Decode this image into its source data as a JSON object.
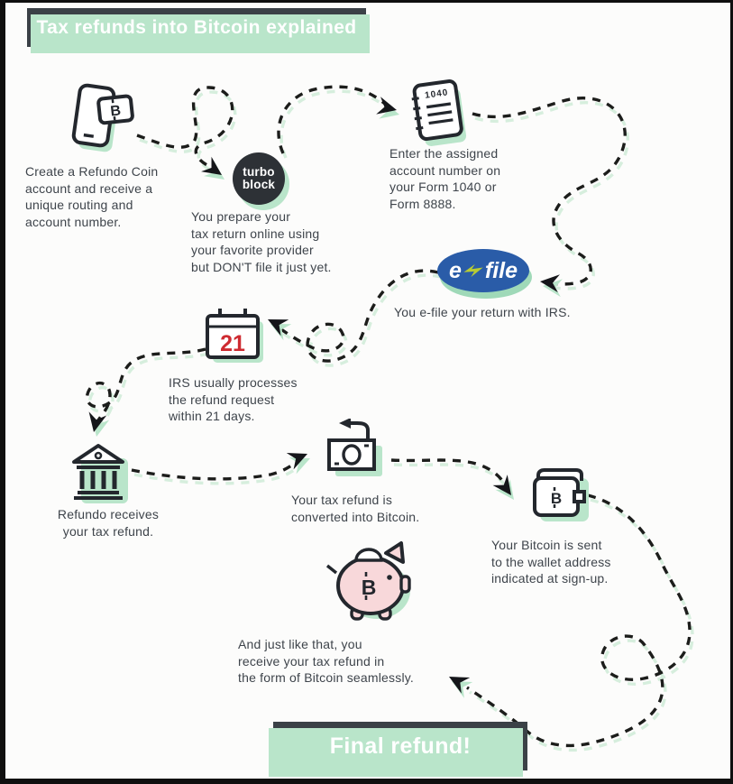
{
  "title_banner": {
    "label": "Tax refunds into Bitcoin explained"
  },
  "final_banner": {
    "label": "Final refund!"
  },
  "badges": {
    "turbo_block": {
      "line1": "turbo",
      "line2": "block"
    },
    "efile": {
      "left": "e",
      "right": "file"
    },
    "calendar_number": "21",
    "form_label": "1040",
    "bitcoin_symbol": "B"
  },
  "steps": [
    {
      "icon": "phone-bitcoin-icon",
      "text": "Create a Refundo Coin\naccount and receive a\nunique routing and\naccount number."
    },
    {
      "icon": "turbo-block-badge",
      "text": "You prepare your\ntax return online using\nyour favorite provider\nbut DON'T file it just yet."
    },
    {
      "icon": "form-1040-icon",
      "text": "Enter the assigned\naccount number on\nyour Form 1040 or\nForm 8888."
    },
    {
      "icon": "efile-badge",
      "text": "You e-file your return with IRS."
    },
    {
      "icon": "calendar-21-icon",
      "text": "IRS usually processes\nthe refund request\nwithin 21 days."
    },
    {
      "icon": "bank-icon",
      "text": "Refundo receives\nyour tax refund."
    },
    {
      "icon": "cash-refund-icon",
      "text": "Your tax refund is\nconverted into Bitcoin."
    },
    {
      "icon": "bitcoin-wallet-icon",
      "text": "Your Bitcoin is sent\nto the wallet address\nindicated at sign-up."
    },
    {
      "icon": "piggy-bank-icon",
      "text": "And just like that, you\nreceive your tax refund in\nthe form of Bitcoin seamlessly."
    }
  ],
  "colors": {
    "banner_dark": "#3b4147",
    "turbo_dark": "#2d3136",
    "mint": "#b9e5ca",
    "dash_black": "#1c1d1b",
    "dash_shadow": "#d6eedd",
    "efile_blue": "#2a5ca8",
    "bolt_green": "#b9cc33",
    "calendar_red": "#ce2b31",
    "piggy_pink": "#f8d8da",
    "text_gray": "#3e444b"
  }
}
